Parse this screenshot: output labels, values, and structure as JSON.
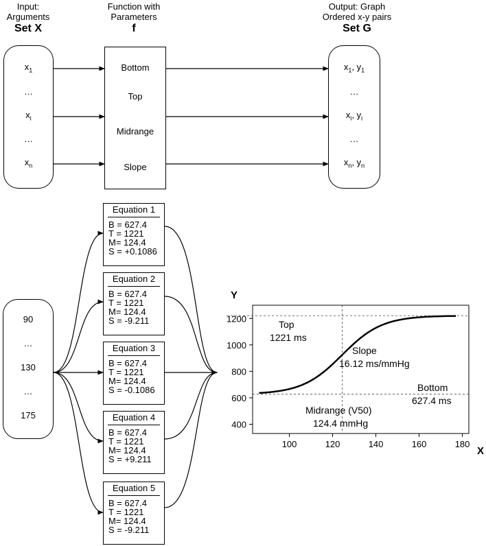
{
  "header": {
    "set_x_caption": [
      "Input:",
      "Arguments"
    ],
    "set_x_title": "Set X",
    "f_caption": [
      "Function with",
      "Parameters"
    ],
    "f_title": "f",
    "set_g_caption": [
      "Output: Graph",
      "Ordered x-y pairs"
    ],
    "set_g_title": "Set G"
  },
  "set_x_items": [
    {
      "base": "x",
      "sub": "1"
    },
    {
      "base": "…",
      "sub": ""
    },
    {
      "base": "x",
      "sub": "i"
    },
    {
      "base": "…",
      "sub": ""
    },
    {
      "base": "x",
      "sub": "n"
    }
  ],
  "f_params": [
    "Bottom",
    "Top",
    "Midrange",
    "Slope"
  ],
  "set_g_items": [
    {
      "a": "x",
      "asub": "1",
      "b": "y",
      "bsub": "1"
    },
    {
      "a": "…"
    },
    {
      "a": "x",
      "asub": "i",
      "b": "y",
      "bsub": "i"
    },
    {
      "a": "…"
    },
    {
      "a": "x",
      "asub": "n",
      "b": "y",
      "bsub": "n"
    }
  ],
  "input_values": [
    "90",
    "…",
    "130",
    "…",
    "175"
  ],
  "equations": [
    {
      "title": "Equation 1",
      "lines": [
        "B = 627.4",
        "T = 1221",
        "M= 124.4",
        "S = +0.1086"
      ]
    },
    {
      "title": "Equation 2",
      "lines": [
        "B = 627.4",
        "T = 1221",
        "M= 124.4",
        "S = -9.211"
      ]
    },
    {
      "title": "Equation 3",
      "lines": [
        "B = 627.4",
        "T = 1221",
        "M= 124.4",
        "S = -0.1086"
      ]
    },
    {
      "title": "Equation 4",
      "lines": [
        "B = 627.4",
        "T = 1221",
        "M= 124.4",
        "S = +9.211"
      ]
    },
    {
      "title": "Equation 5",
      "lines": [
        "B = 627.4",
        "T = 1221",
        "M= 124.4",
        "S = -9.211"
      ]
    }
  ],
  "chart_data": {
    "type": "line",
    "xlabel": "X",
    "ylabel": "Y",
    "xlim": [
      83,
      183
    ],
    "ylim": [
      330,
      1300
    ],
    "xticks": [
      100,
      120,
      140,
      160,
      180
    ],
    "yticks": [
      400,
      600,
      800,
      1000,
      1200
    ],
    "curve": {
      "bottom": 627.4,
      "top": 1221,
      "midrange": 124.4,
      "slope": 9.211,
      "x_from": 86,
      "x_to": 177
    },
    "reference_lines": {
      "top_y": 1221,
      "bottom_y": 627.4,
      "mid_x": 124.4
    },
    "annotations": {
      "top": [
        "Top",
        "1221 ms"
      ],
      "slope": [
        "Slope",
        "16.12 ms/mmHg"
      ],
      "bottom": [
        "Bottom",
        "627.4 ms"
      ],
      "midrange": [
        "Midrange (V50)",
        "124.4 mmHg"
      ]
    }
  }
}
